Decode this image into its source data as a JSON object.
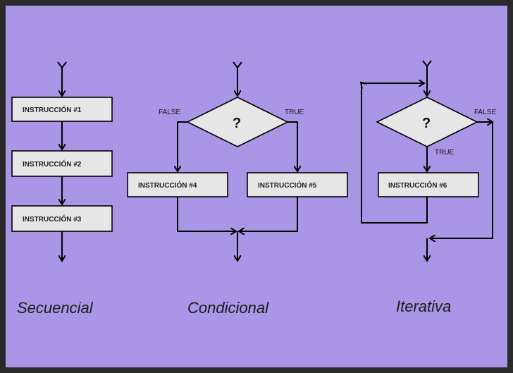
{
  "sequential": {
    "title": "Secuencial",
    "instructions": [
      "INSTRUCCIÓN #1",
      "INSTRUCCIÓN #2",
      "INSTRUCCIÓN #3"
    ]
  },
  "conditional": {
    "title": "Condicional",
    "question": "?",
    "false_label": "FALSE",
    "true_label": "TRUE",
    "instruction_false": "INSTRUCCIÓN #4",
    "instruction_true": "INSTRUCCIÓN #5"
  },
  "iterative": {
    "title": "Iterativa",
    "question": "?",
    "false_label": "FALSE",
    "true_label": "TRUE",
    "instruction": "INSTRUCCIÓN #6"
  },
  "colors": {
    "background": "#a996e6",
    "box_fill": "#e6e6e6",
    "stroke": "#000000",
    "frame": "#2a2a2a"
  }
}
